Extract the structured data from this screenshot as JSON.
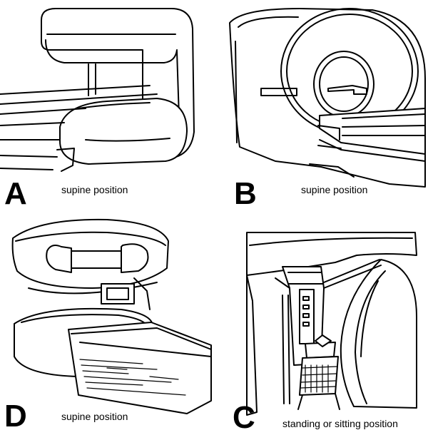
{
  "panels": [
    {
      "letter": "A",
      "caption": "supine position"
    },
    {
      "letter": "B",
      "caption": "supine position"
    },
    {
      "letter": "D",
      "caption": "supine position"
    },
    {
      "letter": "C",
      "caption": "standing or sitting position"
    }
  ]
}
